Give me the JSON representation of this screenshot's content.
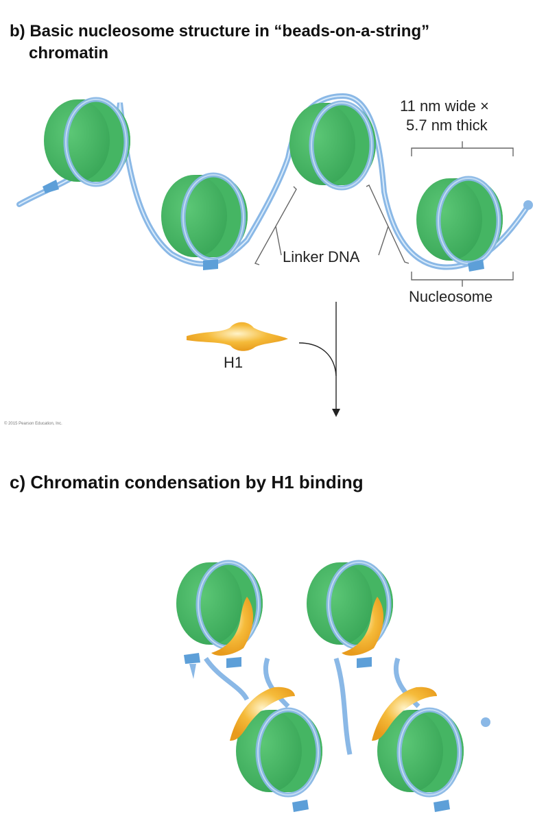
{
  "diagram": {
    "panel_b_title_line1": "b) Basic nucleosome structure in “beads-on-a-string”",
    "panel_b_title_line2": "chromatin",
    "dimension_line1": "11 nm wide ×",
    "dimension_line2": "5.7 nm thick",
    "linker_dna_label": "Linker DNA",
    "nucleosome_label": "Nucleosome",
    "h1_label": "H1",
    "copyright": "© 2015 Pearson Education, Inc.",
    "panel_c_title": "c) Chromatin condensation by H1 binding"
  },
  "colors": {
    "histone_green": "#3fae5c",
    "dna_blue": "#8ab8e6",
    "h1_orange": "#f0ad2a"
  }
}
